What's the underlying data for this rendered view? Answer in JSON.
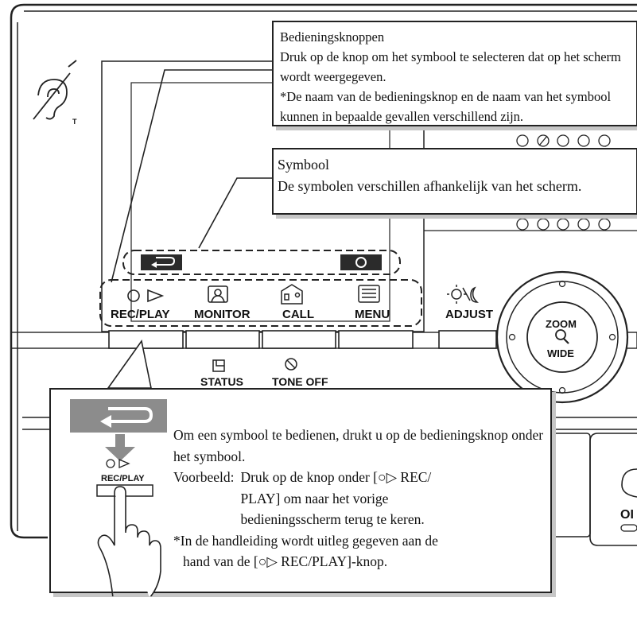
{
  "panel_labels": {
    "rec_play": "REC/PLAY",
    "monitor": "MONITOR",
    "call": "CALL",
    "menu": "MENU",
    "adjust": "ADJUST",
    "zoom": "ZOOM",
    "wide": "WIDE",
    "status": "STATUS",
    "tone_off": "TONE OFF",
    "hearing_t": "T",
    "partial_button_text": "OI"
  },
  "callout_buttons": {
    "title": "Bedieningsknoppen",
    "text": "Druk op de knop om het symbool te selecteren dat op het scherm wordt weergegeven.",
    "note": "*De naam van de bedieningsknop en de naam van het symbool kunnen in bepaalde gevallen verschillend zijn."
  },
  "callout_symbol": {
    "title": "Symbool",
    "text": "De symbolen verschillen afhankelijk van het scherm."
  },
  "callout_operate": {
    "button_label": "REC/PLAY",
    "line1": "Om een symbool te bedienen, drukt u op de bedieningsknop onder het symbool.",
    "example_label": "Voorbeeld:",
    "example_line1": "Druk op de knop onder [○▷ REC/",
    "example_line2": "PLAY] om naar het vorige",
    "example_line3": "bedieningsscherm terug te keren.",
    "note_line1": "*In de handleiding wordt uitleg gegeven aan de",
    "note_line2": "hand van de [○▷ REC/PLAY]-knop."
  }
}
